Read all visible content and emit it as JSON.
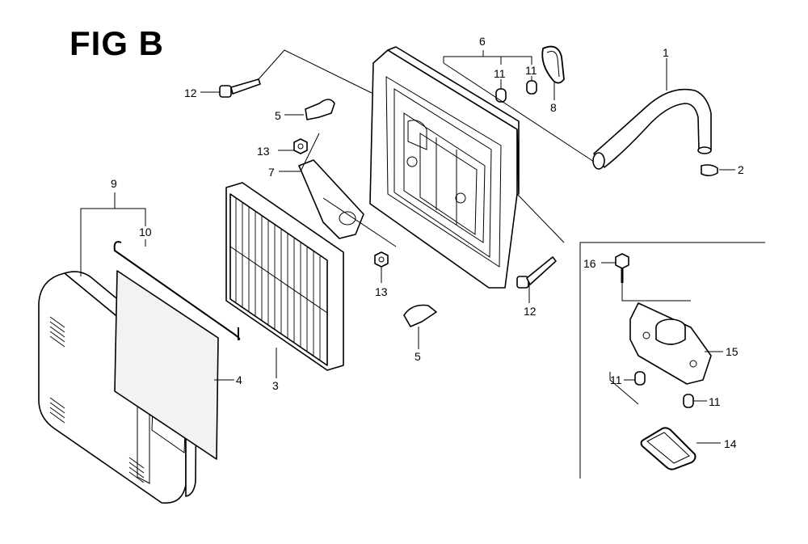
{
  "figure": {
    "title": "FIG B"
  },
  "callouts": [
    {
      "id": "c1",
      "label": "1"
    },
    {
      "id": "c2",
      "label": "2"
    },
    {
      "id": "c3",
      "label": "3"
    },
    {
      "id": "c4",
      "label": "4"
    },
    {
      "id": "c5a",
      "label": "5"
    },
    {
      "id": "c5b",
      "label": "5"
    },
    {
      "id": "c6",
      "label": "6"
    },
    {
      "id": "c7",
      "label": "7"
    },
    {
      "id": "c8",
      "label": "8"
    },
    {
      "id": "c9",
      "label": "9"
    },
    {
      "id": "c10",
      "label": "10"
    },
    {
      "id": "c11a",
      "label": "11"
    },
    {
      "id": "c11b",
      "label": "11"
    },
    {
      "id": "c11c",
      "label": "11"
    },
    {
      "id": "c11d",
      "label": "11"
    },
    {
      "id": "c12a",
      "label": "12"
    },
    {
      "id": "c12b",
      "label": "12"
    },
    {
      "id": "c13a",
      "label": "13"
    },
    {
      "id": "c13b",
      "label": "13"
    },
    {
      "id": "c14",
      "label": "14"
    },
    {
      "id": "c15",
      "label": "15"
    },
    {
      "id": "c16",
      "label": "16"
    }
  ]
}
